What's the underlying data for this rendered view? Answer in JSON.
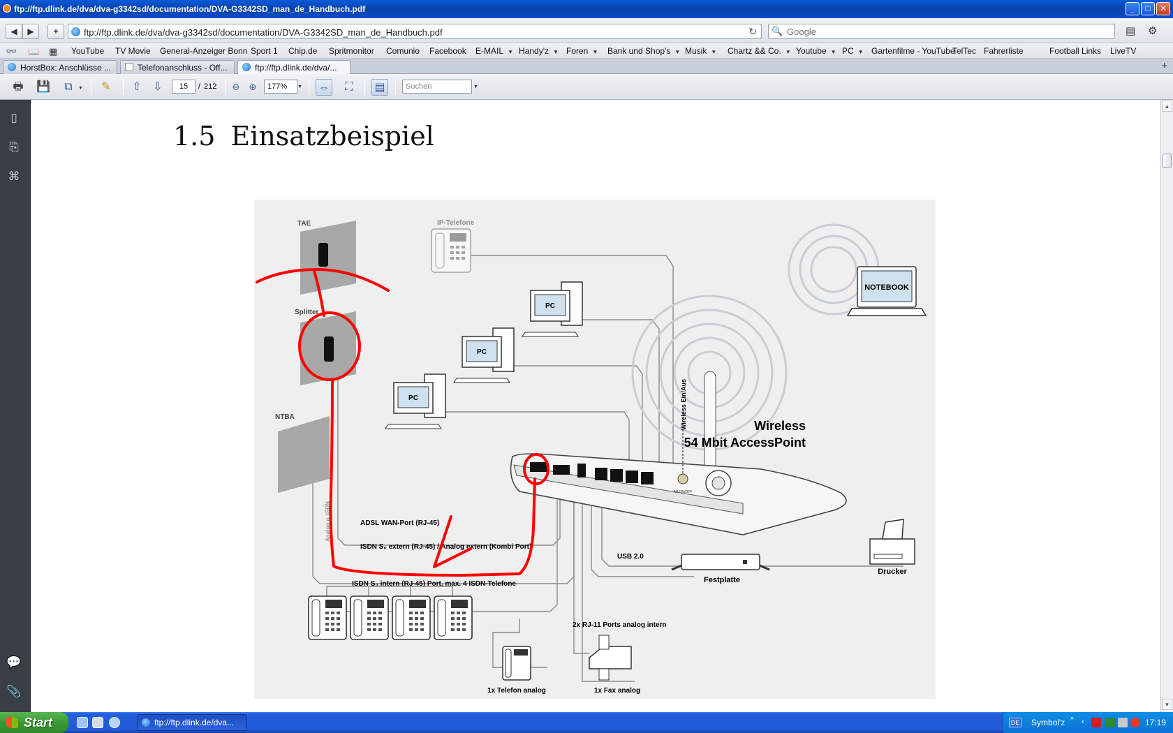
{
  "window": {
    "title": "ftp://ftp.dlink.de/dva/dva-g3342sd/documentation/DVA-G3342SD_man_de_Handbuch.pdf",
    "controls": {
      "minimize": "_",
      "maximize": "□",
      "close": "✕"
    }
  },
  "nav": {
    "back": "◀",
    "forward": "▶",
    "add": "+",
    "url": "ftp://ftp.dlink.de/dva/dva-g3342sd/documentation/DVA-G3342SD_man_de_Handbuch.pdf",
    "search_placeholder": "Google"
  },
  "bookmarks": [
    {
      "label": "YouTube",
      "menu": false
    },
    {
      "label": "TV Movie",
      "menu": false
    },
    {
      "label": "General-Anzeiger Bonn",
      "menu": false
    },
    {
      "label": "Sport 1",
      "menu": false
    },
    {
      "label": "Chip.de",
      "menu": false
    },
    {
      "label": "Spritmonitor",
      "menu": false
    },
    {
      "label": "Comunio",
      "menu": false
    },
    {
      "label": "Facebook",
      "menu": false
    },
    {
      "label": "E-MAIL",
      "menu": true
    },
    {
      "label": "Handy'z",
      "menu": true
    },
    {
      "label": "Foren",
      "menu": true
    },
    {
      "label": "Bank und Shop's",
      "menu": true
    },
    {
      "label": "Musik",
      "menu": true
    },
    {
      "label": "Chartz && Co.",
      "menu": true
    },
    {
      "label": "Youtube",
      "menu": true
    },
    {
      "label": "PC",
      "menu": true
    },
    {
      "label": "Gartenfilme - YouTube",
      "menu": false
    },
    {
      "label": "TelTec",
      "menu": false
    },
    {
      "label": "Fahrerliste",
      "menu": false
    },
    {
      "label": "Football Links",
      "menu": false
    },
    {
      "label": "LiveTV",
      "menu": false
    }
  ],
  "tabs": [
    {
      "label": "HorstBox: Anschlüsse ...",
      "active": false
    },
    {
      "label": "Telefonanschluss - Off...",
      "active": false
    },
    {
      "label": "ftp://ftp.dlink.de/dva/...",
      "active": true
    }
  ],
  "pdf_toolbar": {
    "page": "15",
    "page_sep": "/",
    "total_pages": "212",
    "zoom": "177%",
    "search_placeholder": "Suchen"
  },
  "document": {
    "section_number": "1.5",
    "section_title": "Einsatzbeispiel",
    "figure": {
      "labels": {
        "tae": "TAE",
        "splitter": "Splitter",
        "ntba": "NTBA",
        "ip_phone": "IP-Telefone",
        "pc": "PC",
        "notebook": "NOTEBOOK",
        "wireless_switch": "Wireless Ein/Aus",
        "wireless_line1": "Wireless",
        "wireless_line2": "54 Mbit AccessPoint",
        "adsl_port": "ADSL WAN-Port (RJ-45)",
        "isdn_extern": "ISDN S₀ extern (RJ-45) / Analog extern (Kombi Port)",
        "isdn_intern": "ISDN S₀ intern (RJ-45) Port, max. 4 ISDN-Telefone",
        "usb": "USB 2.0",
        "festplatte": "Festplatte",
        "drucker": "Drucker",
        "rj11": "2x RJ-11 Ports analog intern",
        "telefon": "1x Telefon analog",
        "fax": "1x Fax analog",
        "isdn_vertical": "Analog o. ISDN",
        "ap_label": "AP ON/OFF"
      }
    }
  },
  "taskbar": {
    "start": "Start",
    "item": "ftp://ftp.dlink.de/dva...",
    "lang": "DE",
    "tray_label": "Symbol'z",
    "clock": "17:19"
  },
  "colors": {
    "accent": "#0a4dc4",
    "annotation": "#ff0000",
    "sidebar": "#3a3f46",
    "taskbar": "#245edb"
  }
}
